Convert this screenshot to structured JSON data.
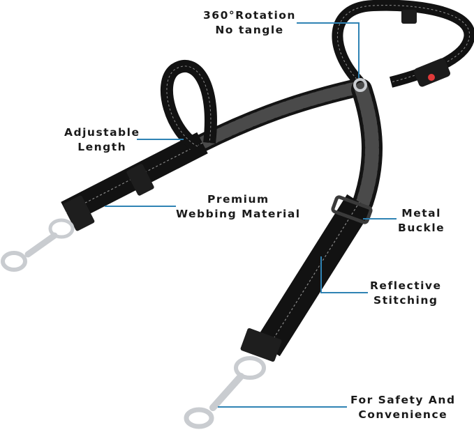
{
  "colors": {
    "callout_line": "#2f83b4",
    "strap": "#121212",
    "strap_edge": "#2a2a2a",
    "reflective": "#9a9a9a",
    "metal": "#c9ccd0",
    "release_button": "#e03a3a"
  },
  "callouts": [
    {
      "id": "rotation",
      "lines": [
        "360°Rotation",
        "No tangle"
      ]
    },
    {
      "id": "adjustable",
      "lines": [
        "Adjustable",
        "Length"
      ]
    },
    {
      "id": "webbing",
      "lines": [
        "Premium",
        "Webbing Material"
      ]
    },
    {
      "id": "buckle",
      "lines": [
        "Metal",
        "Buckle"
      ]
    },
    {
      "id": "reflective",
      "lines": [
        "Reflective",
        "Stitching"
      ]
    },
    {
      "id": "safety",
      "lines": [
        "For Safety And",
        "Convenience"
      ]
    }
  ]
}
